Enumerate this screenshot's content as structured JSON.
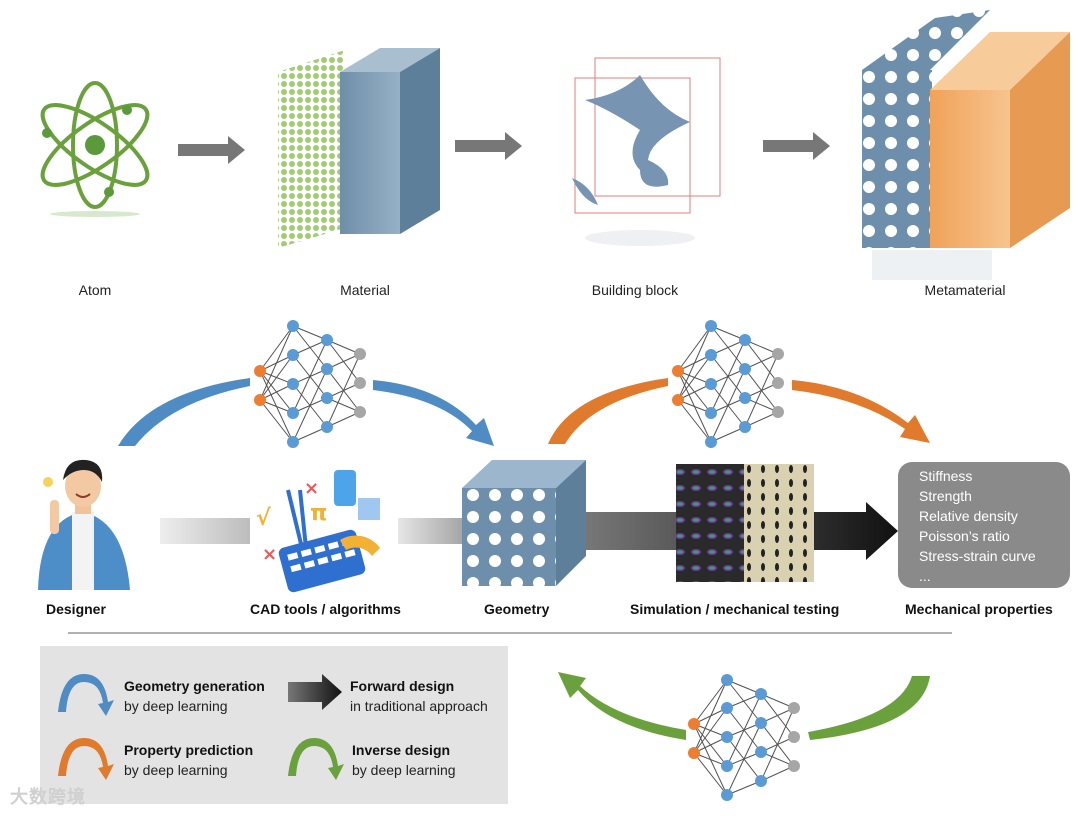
{
  "top_row": {
    "atom": "Atom",
    "material": "Material",
    "building_block": "Building block",
    "metamaterial": "Metamaterial"
  },
  "workflow": {
    "designer": "Designer",
    "cad": "CAD tools / algorithms",
    "geometry": "Geometry",
    "simulation": "Simulation / mechanical testing",
    "mechanical": "Mechanical properties"
  },
  "properties": [
    "Stiffness",
    "Strength",
    "Relative density",
    "Poisson’s ratio",
    "Stress-strain curve",
    "..."
  ],
  "legend": {
    "geometry_generation": {
      "title": "Geometry generation",
      "sub": "by deep learning"
    },
    "forward_design": {
      "title": "Forward design",
      "sub": "in traditional approach"
    },
    "property_prediction": {
      "title": "Property prediction",
      "sub": "by deep learning"
    },
    "inverse_design": {
      "title": "Inverse design",
      "sub": "by deep learning"
    }
  },
  "watermark": "大数跨境",
  "colors": {
    "blue_arrow": "#4f8cc4",
    "orange_arrow": "#e07a2c",
    "green_arrow": "#6aa13c",
    "node_blue": "#5b9bd5",
    "node_orange": "#ed7d31",
    "node_grey": "#a6a6a6",
    "atom_green": "#5a9a3a",
    "block_blue": "#7f9db5",
    "block_orange": "#f4b673"
  }
}
